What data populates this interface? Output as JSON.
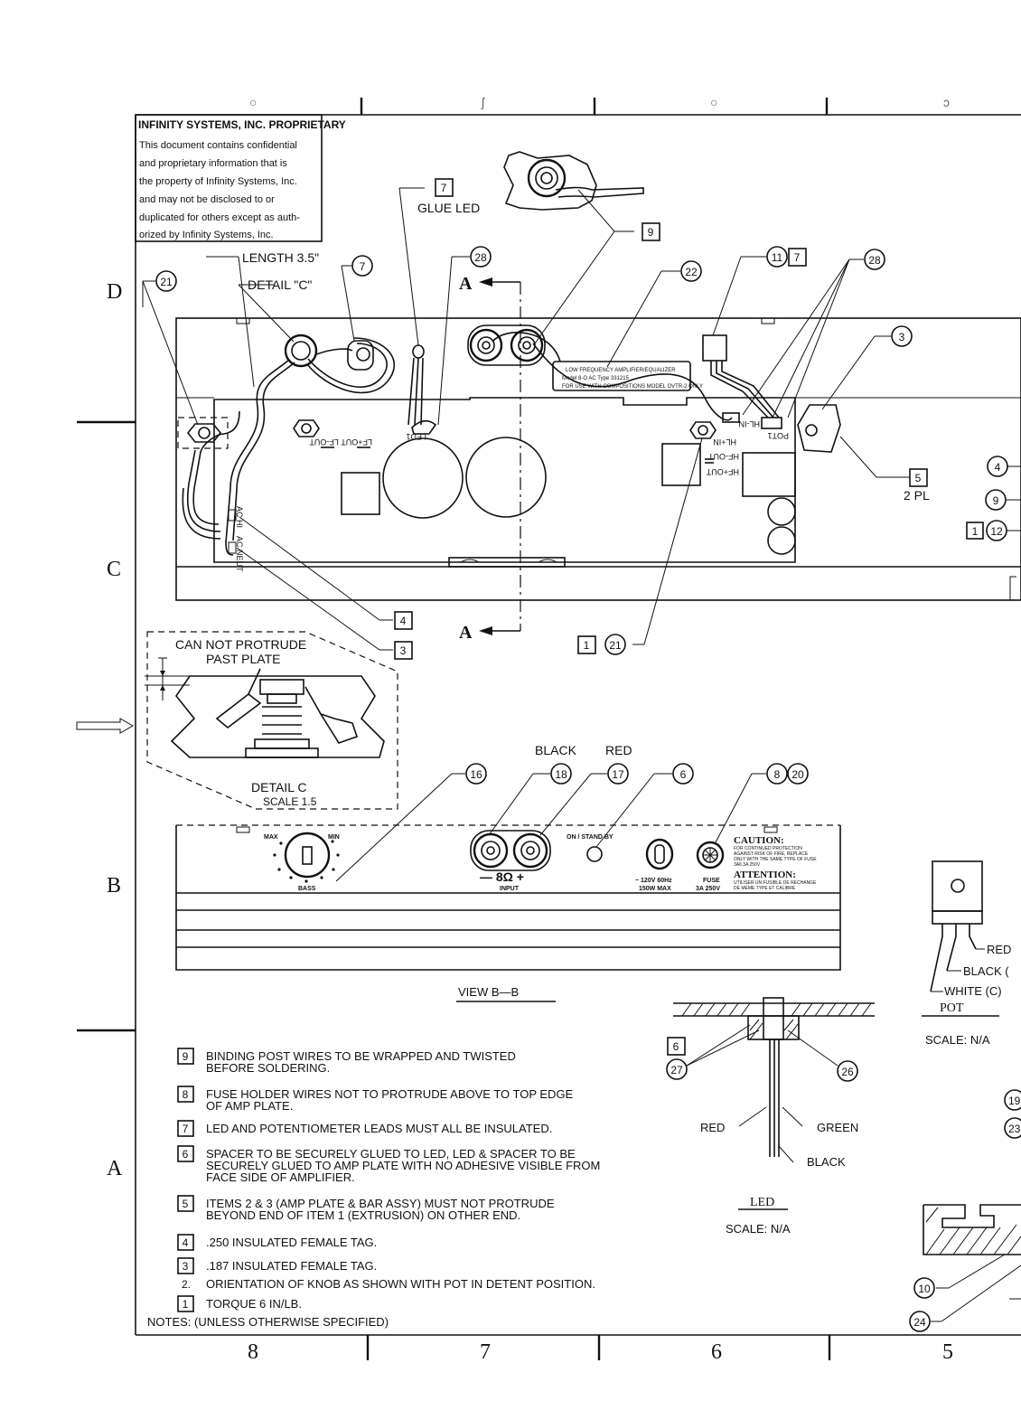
{
  "zone_columns": [
    "8",
    "7",
    "6",
    "5"
  ],
  "zone_rows": [
    "D",
    "C",
    "B",
    "A"
  ],
  "proprietary": {
    "title": "INFINITY SYSTEMS, INC. PROPRIETARY",
    "lines": [
      "This document contains confidential",
      "and proprietary information that is",
      "the property of Infinity Systems, Inc.",
      "and may not be disclosed to or",
      "duplicated for others except as auth-",
      "orized by Infinity Systems, Inc."
    ]
  },
  "callouts": {
    "length": "LENGTH  3.5\"",
    "detail_c": "DETAIL \"C\"",
    "glue_led": "GLUE LED",
    "section_mark": "A",
    "two_pl": "2 PL",
    "black": "BLACK",
    "red": "RED",
    "can_not_protrude": "CAN NOT PROTRUDE",
    "past_plate": "PAST PLATE",
    "detail_c_title": "DETAIL C",
    "detail_c_scale": "SCALE 1.5",
    "view_bb": "VIEW  B—B"
  },
  "balloons": {
    "c21": "21",
    "c7a": "7",
    "c28a": "28",
    "c9": "9",
    "c22": "22",
    "c11": "11",
    "c7b": "7",
    "c28b": "28",
    "c3a": "3",
    "c5": "5",
    "c4": "4",
    "c3b": "3",
    "c1a": "1",
    "c21b": "21",
    "c4r": "4",
    "c9r": "9",
    "c1r": "1",
    "c12r": "12",
    "c16": "16",
    "c18": "18",
    "c17": "17",
    "c6": "6",
    "c8": "8",
    "c20": "20",
    "c6l": "6",
    "c27": "27",
    "c26": "26",
    "c19": "19",
    "c23": "23",
    "c10": "10",
    "c24": "24"
  },
  "pcb": {
    "board_title": "LOW FREQUENCY AMPLIFIER/EQUALIZER",
    "board_model": "Model 8-O AC Type 331215",
    "board_use": "FOR USE WITH COMPOSITIONS MODEL OVTR-2 ONLY",
    "lf_out": "LF+OUT  LF-OUT",
    "led1": "LED1",
    "hl_in": "HL-IN",
    "hl_in2": "HL+IN",
    "pot1": "POT1",
    "hf_out_neg": "HF-OUT",
    "hf_out_pos": "HF+OUT",
    "ac_hi": "AC HI",
    "ac_neut": "AC NEUT"
  },
  "panel": {
    "max": "MAX",
    "min": "MIN",
    "bass": "BASS",
    "on_standby": "ON / STAND BY",
    "impedance": "— 8Ω +",
    "input": "INPUT",
    "voltage": "~ 120V 60Hz",
    "watts": "150W MAX",
    "fuse": "FUSE",
    "fuse_rating": "3A 250V",
    "caution": "CAUTION:",
    "caution_text": [
      "FOR CONTINUED PROTECTION",
      "AGAINST RISK OF FIRE, REPLACE",
      "ONLY WITH THE SAME TYPE OF FUSE",
      "3A6 3A 250V"
    ],
    "attention": "ATTENTION:",
    "attention_text": [
      "UTILISER UN FUSIBLE DE RECHANGE",
      "DE MEME TYPE ET CALIBRE"
    ]
  },
  "pot_detail": {
    "red": "RED",
    "black": "BLACK (",
    "white": "WHITE (C)",
    "title": "POT",
    "scale": "SCALE: N/A"
  },
  "led_detail": {
    "red": "RED",
    "green": "GREEN",
    "black": "BLACK",
    "title": "LED",
    "scale": "SCALE: N/A"
  },
  "notes": [
    {
      "tag": "9",
      "boxed": true,
      "lines": [
        "BINDING POST WIRES TO BE WRAPPED AND TWISTED",
        "BEFORE SOLDERING."
      ]
    },
    {
      "tag": "8",
      "boxed": true,
      "lines": [
        "FUSE HOLDER WIRES NOT TO PROTRUDE ABOVE TO TOP EDGE",
        "OF AMP PLATE."
      ]
    },
    {
      "tag": "7",
      "boxed": true,
      "lines": [
        "LED AND POTENTIOMETER LEADS MUST ALL BE INSULATED."
      ]
    },
    {
      "tag": "6",
      "boxed": true,
      "lines": [
        "SPACER TO BE SECURELY GLUED TO LED, LED & SPACER TO BE",
        "SECURELY GLUED TO AMP PLATE WITH NO ADHESIVE VISIBLE FROM",
        "FACE SIDE OF AMPLIFIER."
      ]
    },
    {
      "tag": "5",
      "boxed": true,
      "lines": [
        "ITEMS 2 & 3 (AMP PLATE & BAR ASSY) MUST NOT PROTRUDE",
        "BEYOND END OF ITEM 1 (EXTRUSION) ON OTHER END."
      ]
    },
    {
      "tag": "4",
      "boxed": true,
      "lines": [
        ".250 INSULATED FEMALE TAG."
      ]
    },
    {
      "tag": "3",
      "boxed": true,
      "lines": [
        ".187 INSULATED FEMALE TAG."
      ]
    },
    {
      "tag": "2.",
      "boxed": false,
      "lines": [
        "ORIENTATION OF KNOB AS SHOWN WITH POT IN DETENT POSITION."
      ]
    },
    {
      "tag": "1",
      "boxed": true,
      "lines": [
        "TORQUE 6 IN/LB."
      ]
    }
  ],
  "notes_header": "NOTES:  (UNLESS OTHERWISE SPECIFIED)"
}
